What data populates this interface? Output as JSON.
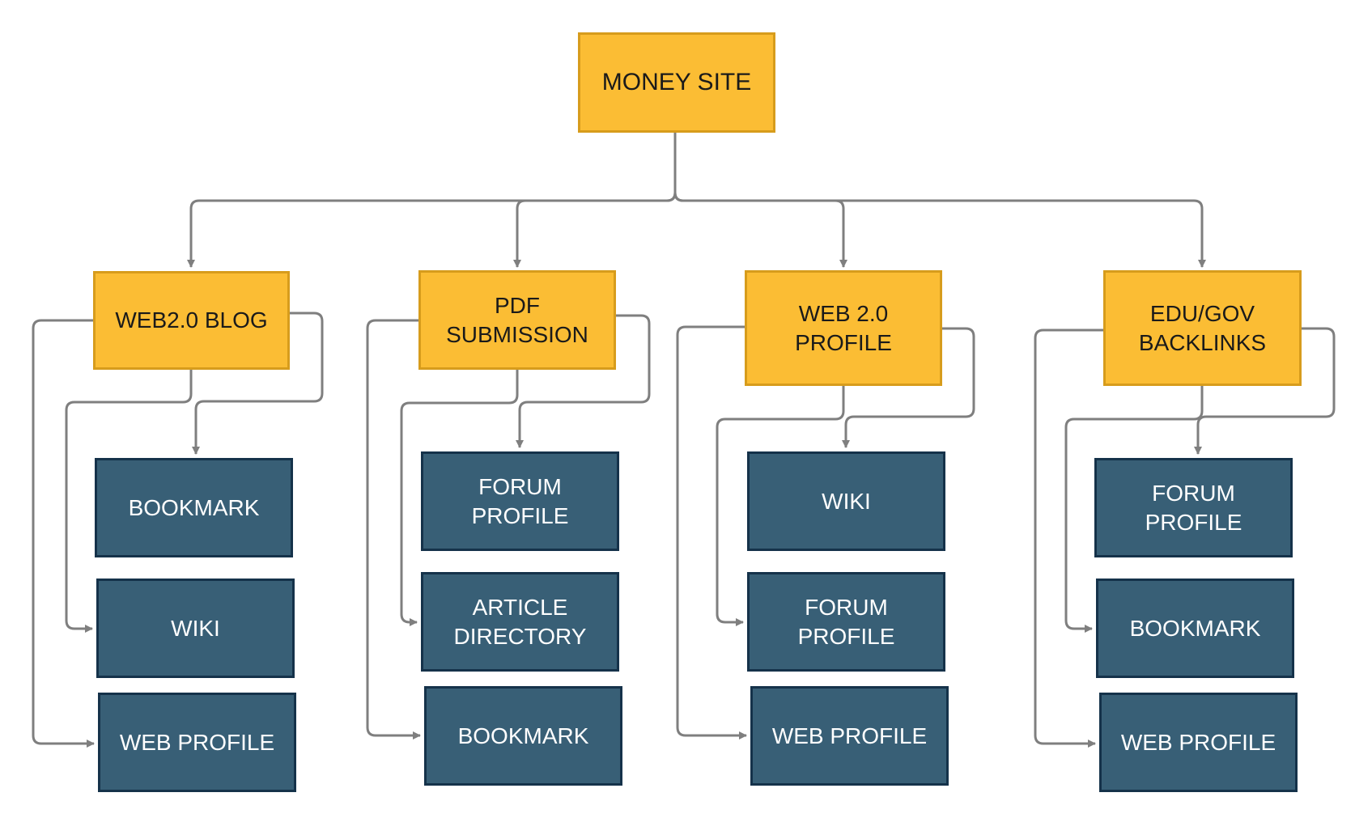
{
  "colors": {
    "primary_fill": "#fbbd34",
    "primary_border": "#d79c1c",
    "secondary_fill": "#385f76",
    "secondary_border": "#15324a",
    "connector": "#7f7f7f"
  },
  "root": {
    "label": "MONEY SITE"
  },
  "branches": [
    {
      "label": "WEB2.0 BLOG",
      "children": [
        {
          "label": "BOOKMARK"
        },
        {
          "label": "WIKI"
        },
        {
          "label": "WEB PROFILE"
        }
      ]
    },
    {
      "label": "PDF\nSUBMISSION",
      "children": [
        {
          "label": "FORUM\nPROFILE"
        },
        {
          "label": "ARTICLE\nDIRECTORY"
        },
        {
          "label": "BOOKMARK"
        }
      ]
    },
    {
      "label": "WEB 2.0\nPROFILE",
      "children": [
        {
          "label": "WIKI"
        },
        {
          "label": "FORUM\nPROFILE"
        },
        {
          "label": "WEB PROFILE"
        }
      ]
    },
    {
      "label": "EDU/GOV\nBACKLINKS",
      "children": [
        {
          "label": "FORUM\nPROFILE"
        },
        {
          "label": "BOOKMARK"
        },
        {
          "label": "WEB PROFILE"
        }
      ]
    }
  ]
}
